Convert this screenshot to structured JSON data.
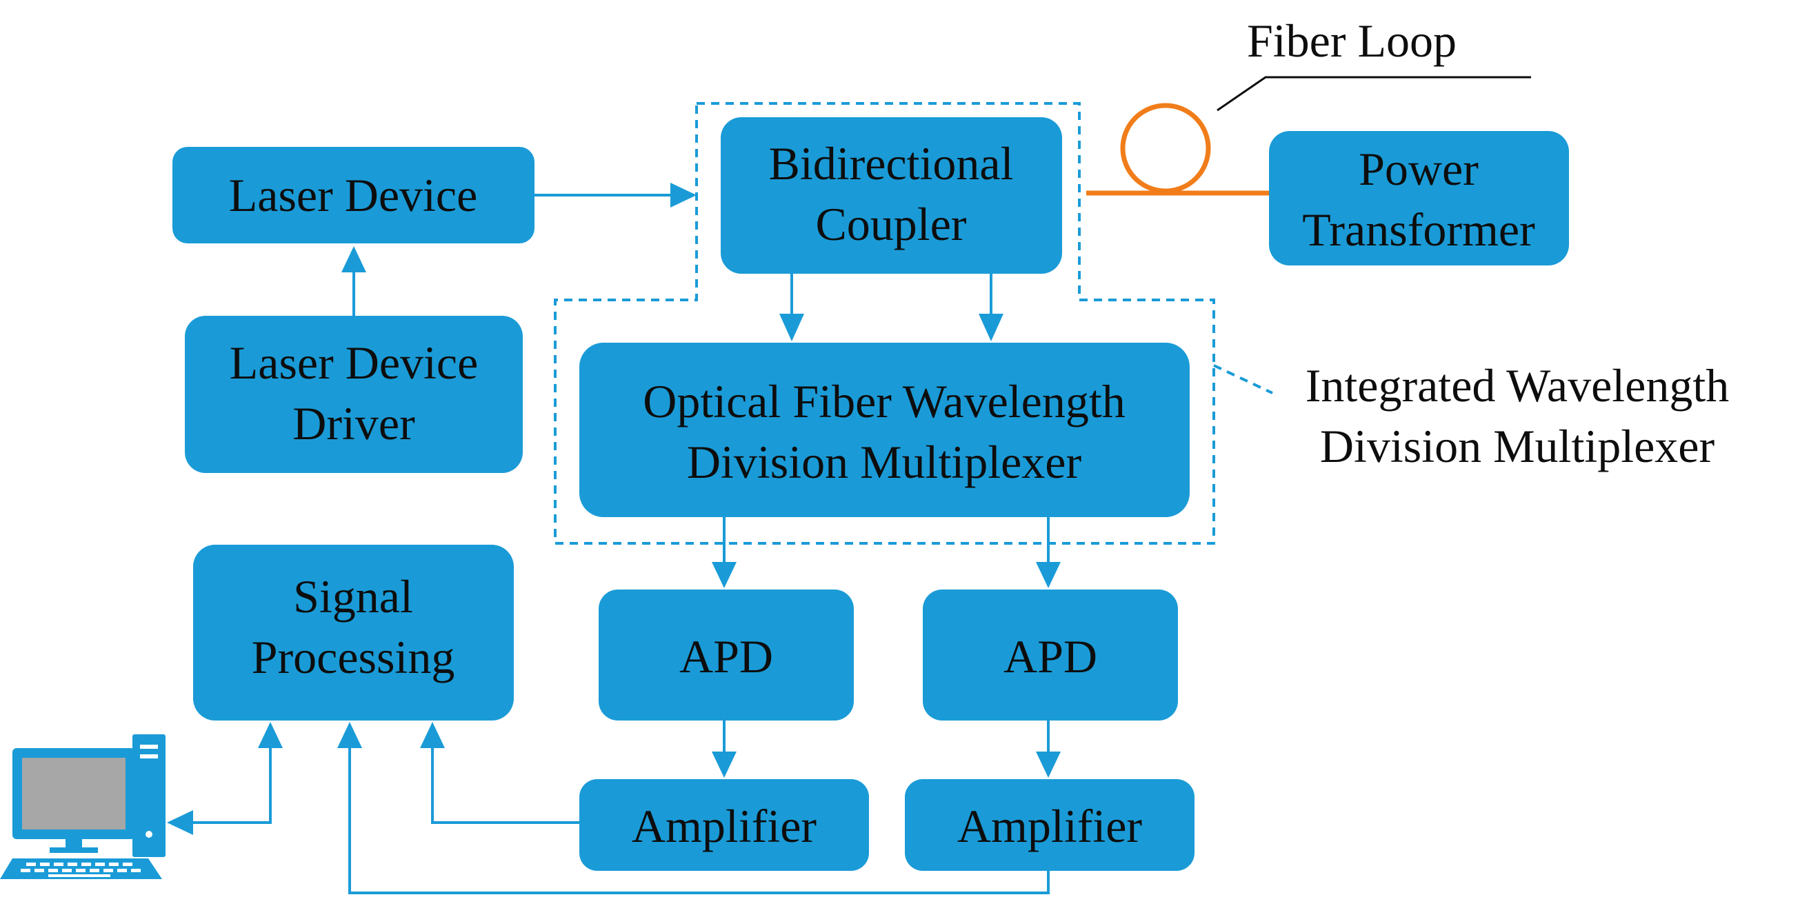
{
  "blocks": {
    "laser_device": {
      "lines": [
        "Laser Device"
      ]
    },
    "laser_device_driver": {
      "lines": [
        "Laser Device",
        "Driver"
      ]
    },
    "bidirectional_coupler": {
      "lines": [
        "Bidirectional",
        "Coupler"
      ]
    },
    "power_transformer": {
      "lines": [
        "Power",
        "Transformer"
      ]
    },
    "optical_wdm": {
      "lines": [
        "Optical Fiber Wavelength",
        "Division Multiplexer"
      ]
    },
    "signal_processing": {
      "lines": [
        "Signal",
        "Processing"
      ]
    },
    "apd_1": {
      "lines": [
        "APD"
      ]
    },
    "apd_2": {
      "lines": [
        "APD"
      ]
    },
    "amplifier_1": {
      "lines": [
        "Amplifier"
      ]
    },
    "amplifier_2": {
      "lines": [
        "Amplifier"
      ]
    }
  },
  "labels": {
    "fiber_loop": "Fiber Loop",
    "integrated_wdm": [
      "Integrated Wavelength",
      "Division Multiplexer"
    ]
  },
  "colors": {
    "block_fill": "#1a9bd7",
    "fiber": "#f07d1a",
    "text": "#0d0d0d"
  },
  "icons": {
    "computer": "desktop-computer-icon"
  }
}
